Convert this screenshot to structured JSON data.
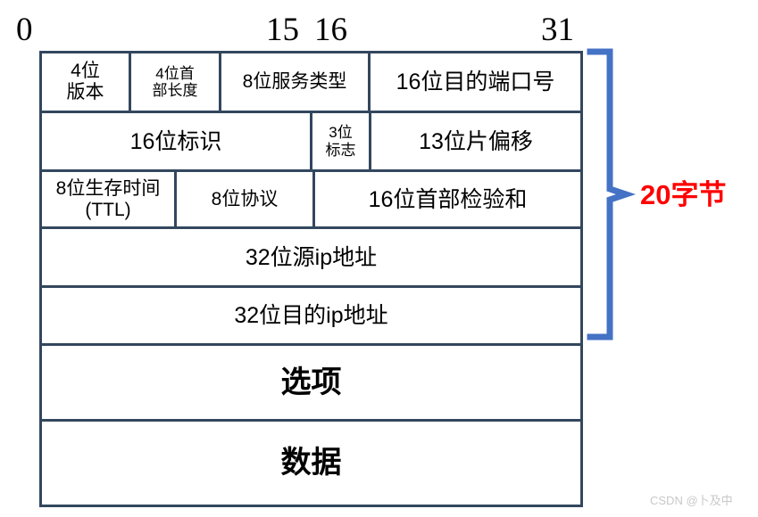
{
  "ruler": {
    "ticks": [
      {
        "label": "0"
      },
      {
        "label": "15"
      },
      {
        "label": "16"
      },
      {
        "label": "31"
      }
    ]
  },
  "packet": {
    "rows": [
      {
        "name": "row-version-ihl-tos-port",
        "cells": [
          {
            "name": "cell-version",
            "line1": "4位",
            "line2": "版本"
          },
          {
            "name": "cell-header-length",
            "line1": "4位首",
            "line2": "部长度"
          },
          {
            "name": "cell-service-type",
            "line1": "8位服务类型",
            "line2": ""
          },
          {
            "name": "cell-destination-port",
            "line1": "16位目的端口号",
            "line2": ""
          }
        ]
      },
      {
        "name": "row-identification-flags-offset",
        "cells": [
          {
            "name": "cell-identification",
            "line1": "16位标识",
            "line2": ""
          },
          {
            "name": "cell-flags",
            "line1": "3位",
            "line2": "标志"
          },
          {
            "name": "cell-fragment-offset",
            "line1": "13位片偏移",
            "line2": ""
          }
        ]
      },
      {
        "name": "row-ttl-protocol-checksum",
        "cells": [
          {
            "name": "cell-ttl",
            "line1": "8位生存时间",
            "line2": "(TTL)"
          },
          {
            "name": "cell-protocol",
            "line1": "8位协议",
            "line2": ""
          },
          {
            "name": "cell-header-checksum",
            "line1": "16位首部检验和",
            "line2": ""
          }
        ]
      },
      {
        "name": "row-source-ip",
        "cells": [
          {
            "name": "cell-source-ip",
            "line1": "32位源ip地址",
            "line2": ""
          }
        ]
      },
      {
        "name": "row-destination-ip",
        "cells": [
          {
            "name": "cell-destination-ip",
            "line1": "32位目的ip地址",
            "line2": ""
          }
        ]
      },
      {
        "name": "row-options",
        "cells": [
          {
            "name": "cell-options",
            "line1": "选项",
            "line2": ""
          }
        ]
      },
      {
        "name": "row-data",
        "cells": [
          {
            "name": "cell-data",
            "line1": "数据",
            "line2": ""
          }
        ]
      }
    ]
  },
  "annotation": {
    "brace_label": "20字节",
    "brace_color": "#4472c4",
    "label_color": "#ff0000"
  },
  "watermark": {
    "text": "CSDN @卜及中"
  },
  "colors": {
    "border": "#33475e",
    "brace": "#4472c4",
    "accent_red": "#ff0000",
    "background": "#ffffff"
  }
}
